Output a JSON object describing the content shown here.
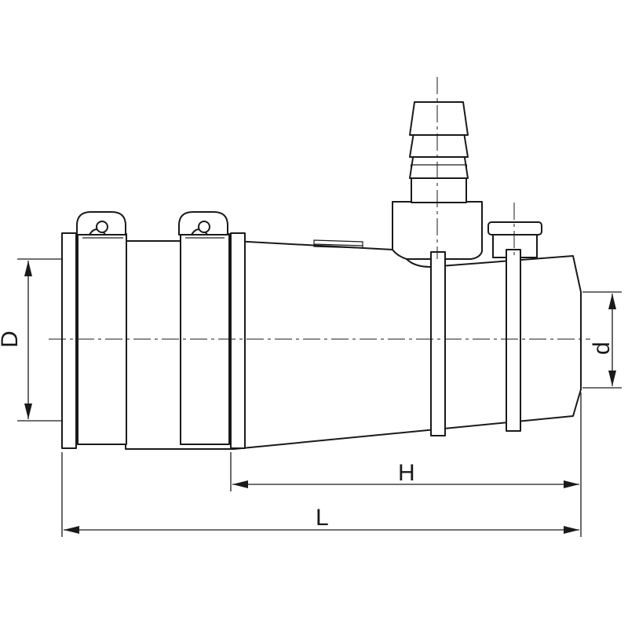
{
  "dimensions": {
    "D": "D",
    "d": "d",
    "H": "H",
    "L": "L"
  }
}
